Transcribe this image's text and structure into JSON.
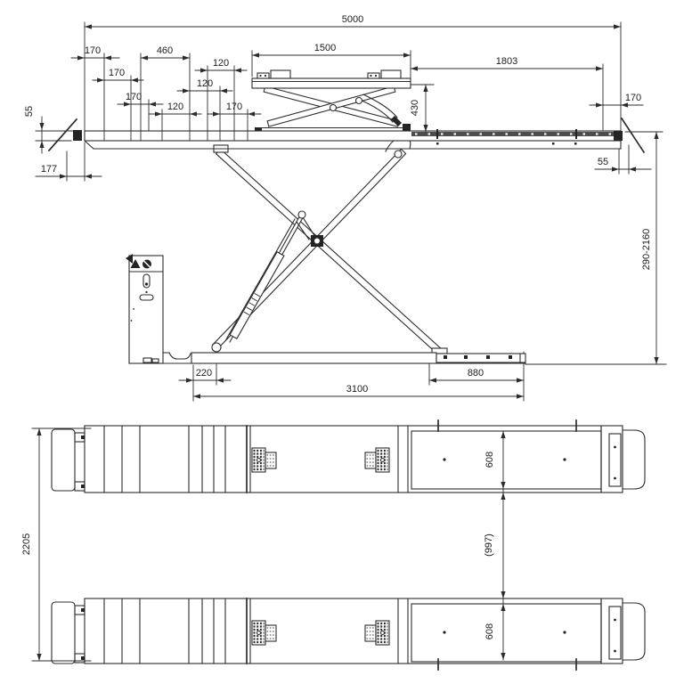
{
  "page": {
    "background": "#ffffff",
    "ink": "#2c2c2c"
  },
  "drawing": {
    "type": "technical-dimension-drawing",
    "views": [
      {
        "name": "side-elevation",
        "dimensions_mm": [
          "5000",
          "170",
          "460",
          "170",
          "120",
          "170",
          "120",
          "120",
          "170",
          "55",
          "177",
          "1500",
          "1803",
          "430",
          "170",
          "55",
          "290-2160",
          "220",
          "3100",
          "880"
        ]
      },
      {
        "name": "top-plan",
        "dimensions_mm": [
          "2205",
          "608",
          "(997)",
          "608"
        ]
      }
    ]
  },
  "dims": {
    "overall_length": "5000",
    "seg_170": "170",
    "seg_460": "460",
    "seg_120": "120",
    "thickness_55": "55",
    "approach_177": "177",
    "jack_length_1500": "1500",
    "flat_zone_1803": "1803",
    "jack_height_430": "430",
    "lift_height_range": "290-2160",
    "base_offset_220": "220",
    "base_length_3100": "3100",
    "extension_880": "880",
    "overall_width_2205": "2205",
    "platform_width_608": "608",
    "track_gap_997": "(997)"
  }
}
